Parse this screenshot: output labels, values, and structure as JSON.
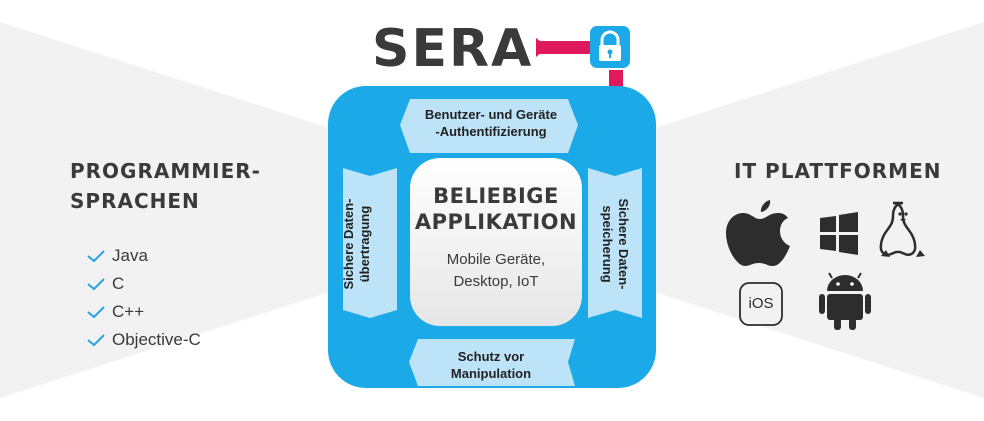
{
  "logo": {
    "text": "SERA",
    "lock_icon": "padlock-icon"
  },
  "left_panel": {
    "title_line1": "PROGRAMMIER-",
    "title_line2": "SPRACHEN",
    "languages": [
      "Java",
      "C",
      "C++",
      "Objective-C"
    ]
  },
  "right_panel": {
    "title": "IT PLATTFORMEN",
    "platforms": [
      "apple-icon",
      "windows-icon",
      "linux-icon",
      "ios-icon",
      "android-icon"
    ],
    "ios_label": "iOS"
  },
  "center": {
    "title_line1": "BELIEBIGE",
    "title_line2": "APPLIKATION",
    "sub_line1": "Mobile Geräte,",
    "sub_line2": "Desktop, IoT"
  },
  "arrows": {
    "top_line1": "Benutzer- und Geräte",
    "top_line2": "-Authentifizierung",
    "bottom_line1": "Schutz vor",
    "bottom_line2": "Manipulation",
    "left_line1": "Sichere Daten-",
    "left_line2": "übertragung",
    "right_line1": "Sichere Daten-",
    "right_line2": "speicherung"
  },
  "colors": {
    "frame_blue": "#1ba9e8",
    "arrow_fill": "#bde3f8",
    "connector_pink": "#e0195e",
    "check_blue": "#27a4e0",
    "background_gray": "#f2f2f2"
  }
}
